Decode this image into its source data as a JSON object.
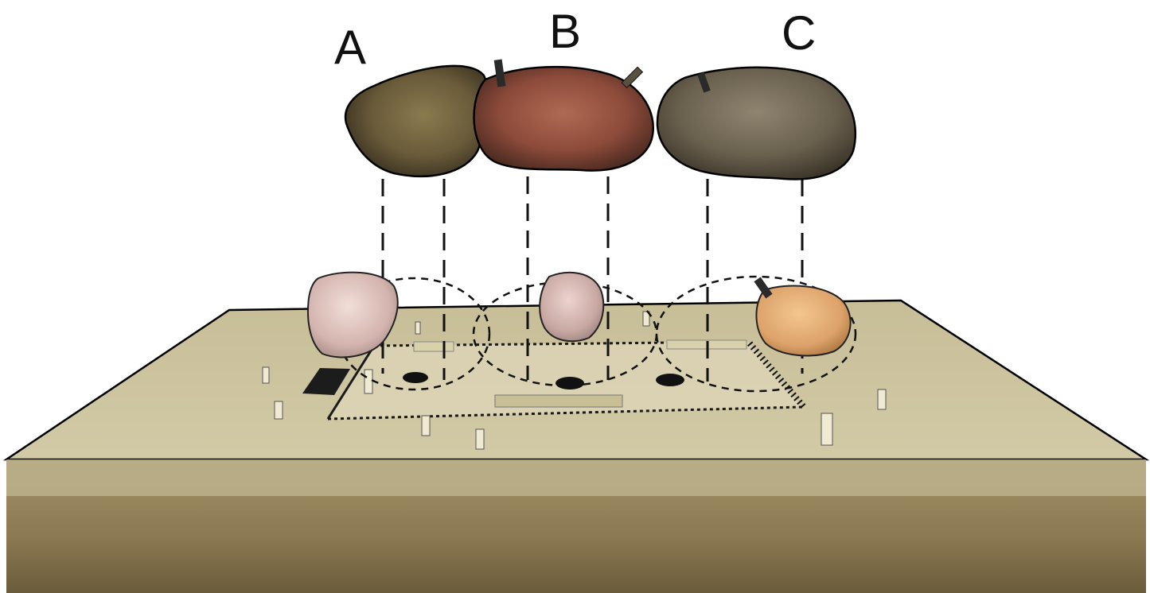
{
  "labels": {
    "a": "A",
    "b": "B",
    "c": "C"
  },
  "colors": {
    "platform_top": "#cbc39e",
    "platform_front": "#8e7c55",
    "outline": "#000000",
    "background": "#ffffff"
  }
}
